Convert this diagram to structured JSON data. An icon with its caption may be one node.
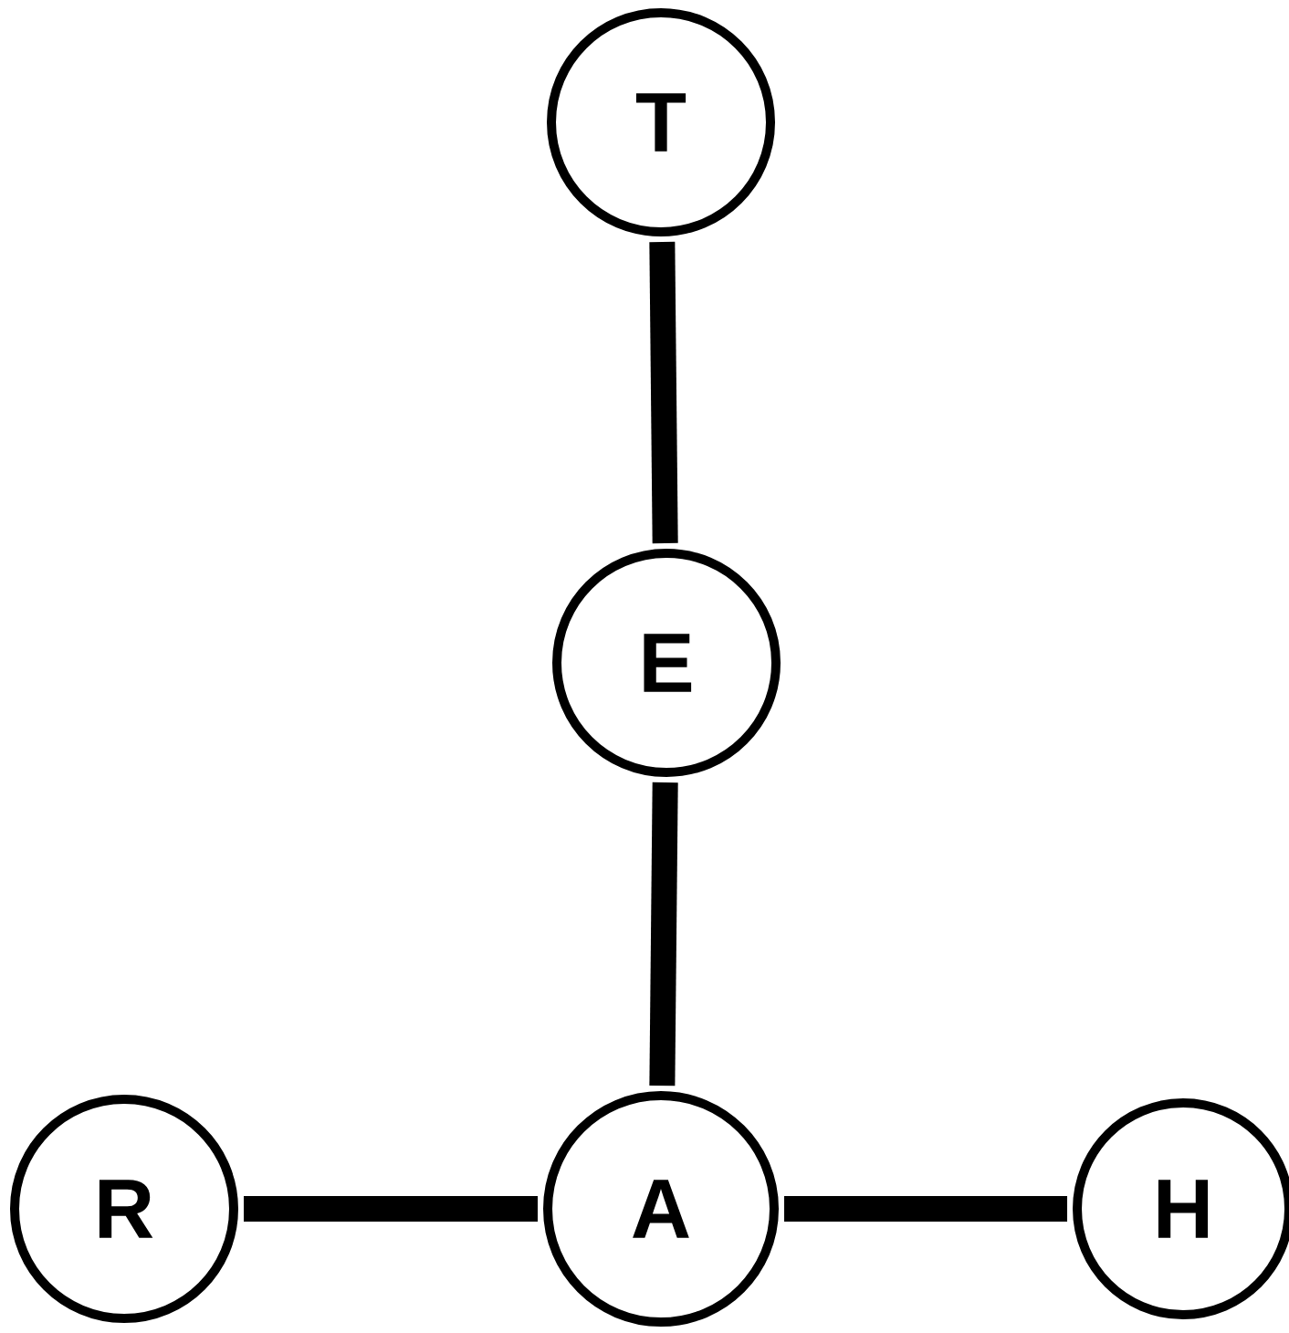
{
  "diagram": {
    "nodes": [
      {
        "text": [
          "T"
        ]
      },
      {
        "text": [
          "E"
        ]
      },
      {
        "text": [
          "R"
        ]
      },
      {
        "text": [
          "A"
        ]
      },
      {
        "text": [
          "H"
        ]
      }
    ],
    "edges": [
      {
        "from": 0,
        "to": 1,
        "arrow": "none"
      },
      {
        "from": 1,
        "to": 3,
        "arrow": "none"
      },
      {
        "from": 2,
        "to": 3,
        "arrow": "none"
      },
      {
        "from": 3,
        "to": 4,
        "arrow": "none"
      }
    ]
  }
}
